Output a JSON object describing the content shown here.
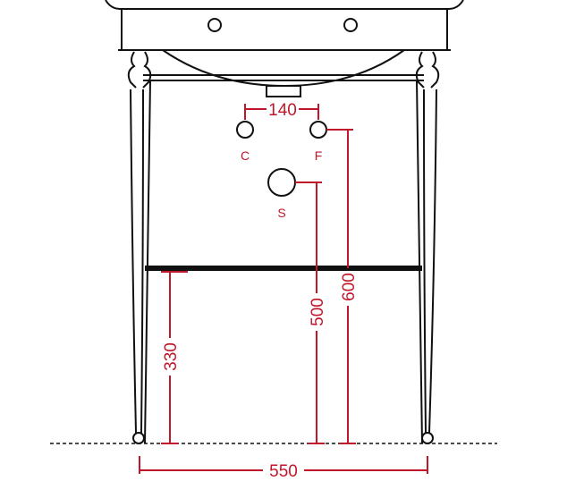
{
  "colors": {
    "dimension": "#c0182a",
    "outline": "#111111",
    "background": "#ffffff"
  },
  "dimensions": {
    "width_total": "550",
    "tap_spacing": "140",
    "waste_height": "500",
    "supply_height": "600",
    "shelf_height": "330"
  },
  "connections": {
    "cold": "C",
    "hot": "F",
    "waste": "S"
  }
}
